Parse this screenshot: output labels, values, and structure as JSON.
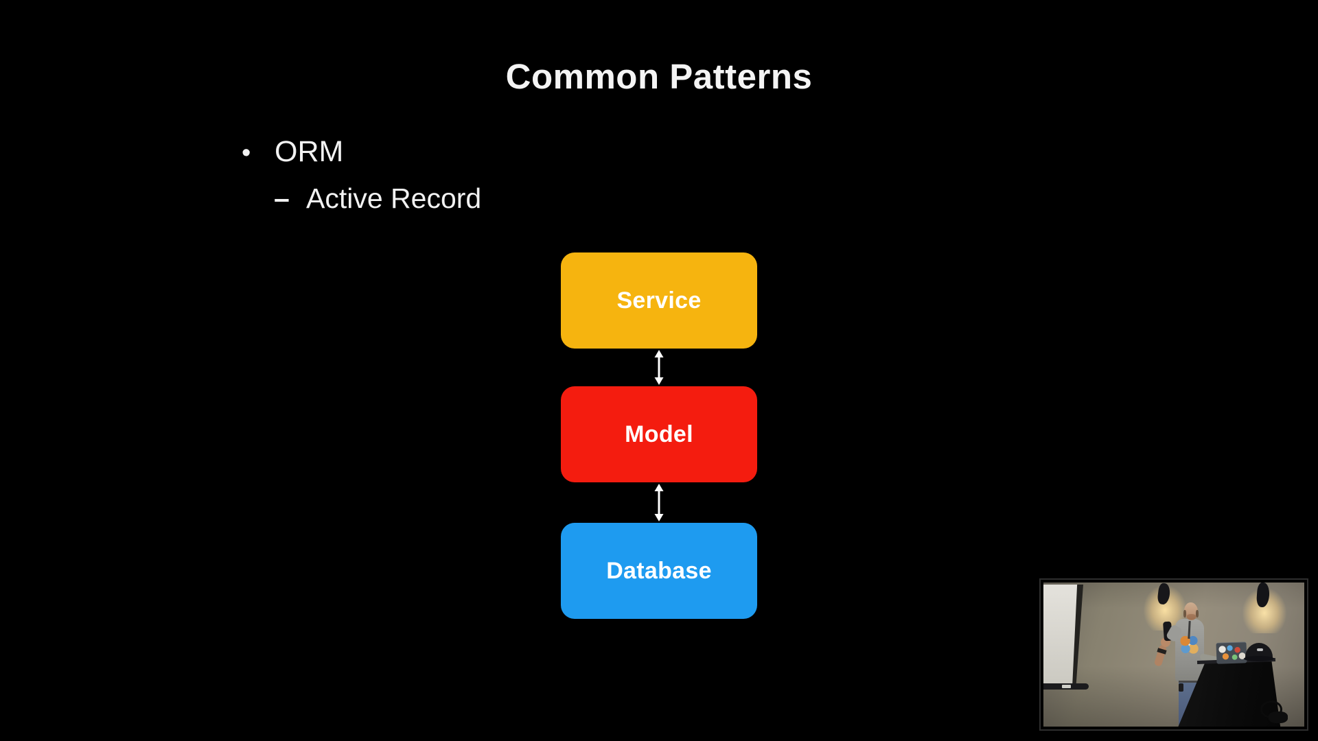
{
  "slide": {
    "title": "Common Patterns",
    "background_color": "#000000",
    "text_color": "#F2F2F2",
    "bullets": {
      "item1": {
        "marker": "•",
        "text": "ORM",
        "level": 1
      },
      "item2": {
        "marker": "–",
        "text": "Active Record",
        "level": 2
      }
    },
    "diagram": {
      "label_color": "#FFFFFF",
      "connector_color": "#FFFFFF",
      "connector_style": "double-headed-vertical-arrow",
      "nodes": [
        {
          "id": "service",
          "label": "Service",
          "color": "#F6B40F"
        },
        {
          "id": "model",
          "label": "Model",
          "color": "#F41C0F"
        },
        {
          "id": "database",
          "label": "Database",
          "color": "#1E9BF0"
        }
      ],
      "connections": [
        {
          "from": "service",
          "to": "model"
        },
        {
          "from": "model",
          "to": "database"
        }
      ]
    }
  },
  "webcam_overlay": {
    "position": "bottom-right",
    "palette": {
      "frame": "#2E2E2E",
      "wall": "#8D8678",
      "projection_screen": "#DEDCD5",
      "podium": "#0A0A0A",
      "sconce_glow": "#FFE2A0",
      "shirt": "#9A9A96",
      "jeans": "#556582"
    }
  }
}
